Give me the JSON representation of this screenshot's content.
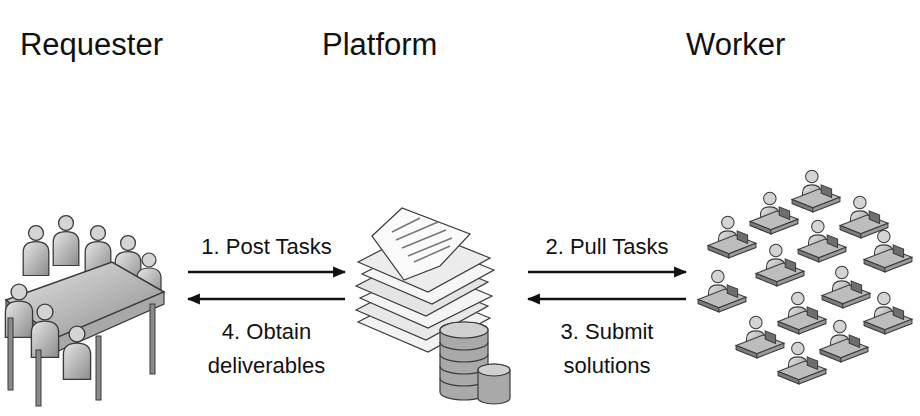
{
  "diagram": {
    "nodes": [
      {
        "text": [
          "Requester"
        ]
      },
      {
        "text": [
          "Platform"
        ]
      },
      {
        "text": [
          "Worker"
        ]
      }
    ],
    "edges": [
      {
        "from": 0,
        "to": 1,
        "label": "1. Post Tasks",
        "arrow": "to"
      },
      {
        "from": 1,
        "to": 2,
        "label": "2. Pull Tasks",
        "arrow": "to"
      },
      {
        "from": 2,
        "to": 1,
        "label": "3. Submit solutions",
        "arrow": "to"
      },
      {
        "from": 1,
        "to": 0,
        "label": "4. Obtain deliverables",
        "arrow": "to"
      }
    ]
  }
}
